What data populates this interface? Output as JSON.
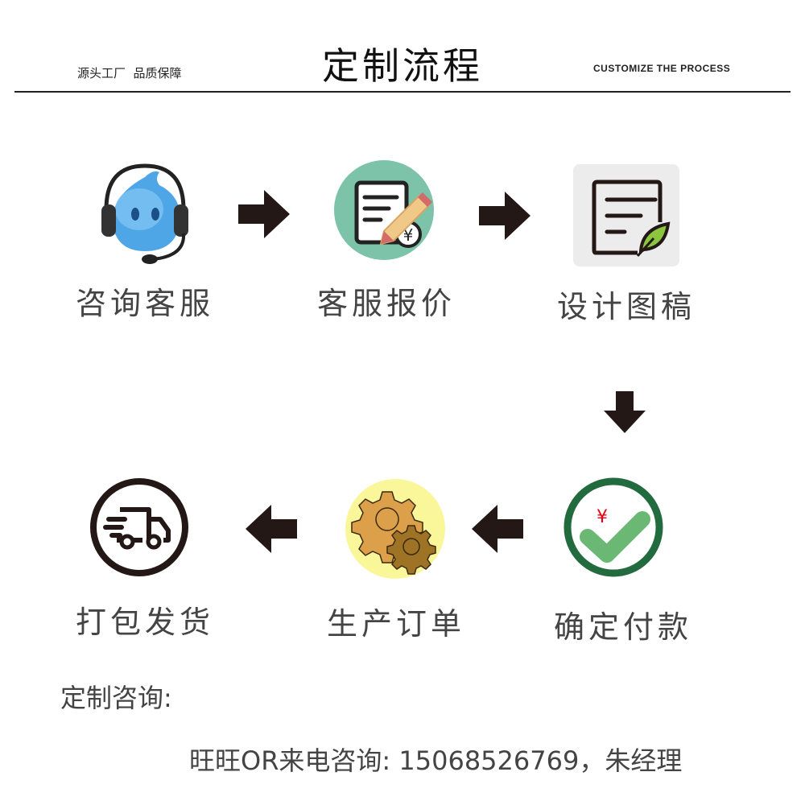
{
  "header": {
    "title": "定制流程",
    "subtitle_left": "源头工厂  品质保障",
    "subtitle_right": "CUSTOMIZE THE PROCESS"
  },
  "steps": [
    {
      "label": "咨询客服",
      "icon": "headset-mascot-icon"
    },
    {
      "label": "客服报价",
      "icon": "quote-pencil-icon"
    },
    {
      "label": "设计图稿",
      "icon": "design-doc-leaf-icon"
    },
    {
      "label": "确定付款",
      "icon": "payment-check-icon",
      "symbol": "¥"
    },
    {
      "label": "生产订单",
      "icon": "gears-icon"
    },
    {
      "label": "打包发货",
      "icon": "delivery-truck-icon"
    }
  ],
  "footer": {
    "heading": "定制咨询:",
    "contact": "旺旺OR来电咨询: 15068526769，朱经理"
  },
  "colors": {
    "teal": "#7cc3aa",
    "yellow": "#f9f79a",
    "green": "#226b3f",
    "check": "#6ab874",
    "arrow": "#231815"
  }
}
